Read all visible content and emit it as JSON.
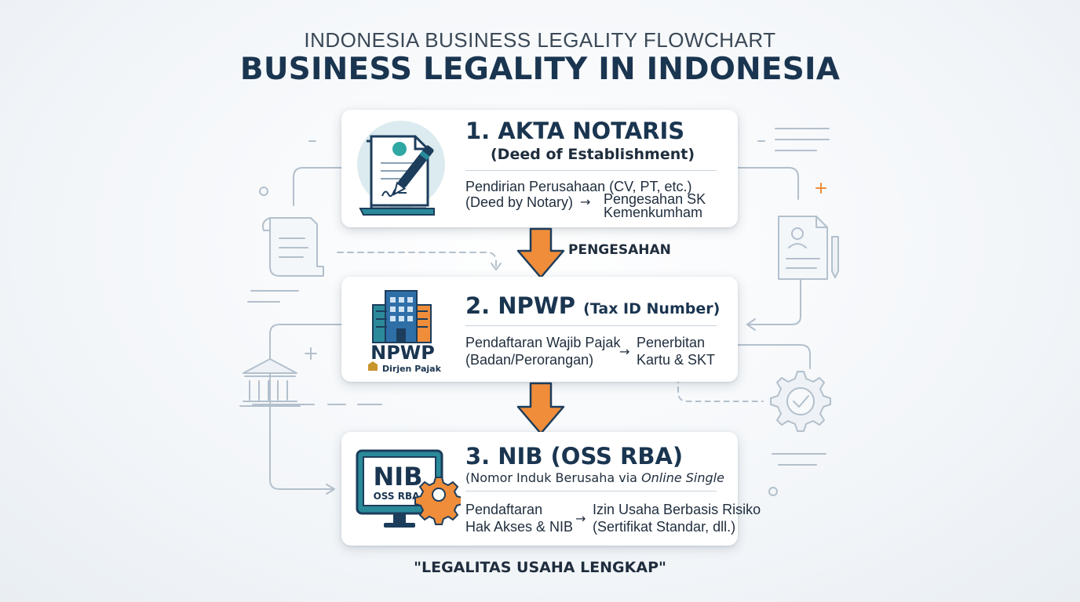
{
  "header": {
    "supertitle": "INDONESIA BUSINESS LEGALITY FLOWCHART",
    "title": "BUSINESS LEGALITY IN INDONESIA"
  },
  "steps": [
    {
      "title": "1. AKTA NOTARIS",
      "subtitle": "(Deed of Establishment)",
      "left_lines": [
        "Pendirian Perusahaan (CV, PT, etc.)",
        "(Deed by Notary)"
      ],
      "right_lines": [
        "Pengesahan SK",
        "Kemenkumham"
      ],
      "icon": "notary-document-pen-icon"
    },
    {
      "title": "2. NPWP",
      "title_suffix": "(Tax ID Number)",
      "left_lines": [
        "Pendaftaran Wajib Pajak",
        "(Badan/Perorangan)"
      ],
      "right_lines": [
        "Penerbitan",
        "Kartu & SKT"
      ],
      "icon": "tax-office-building-icon",
      "icon_text": "NPWP",
      "icon_caption": "Dirjen Pajak"
    },
    {
      "title": "3. NIB (OSS RBA)",
      "subtitle_plain": "(Nomor Induk Berusaha via ",
      "subtitle_italic": "Online Single",
      "left_lines": [
        "Pendaftaran",
        "Hak Akses & NIB"
      ],
      "right_lines": [
        "Izin Usaha Berbasis Risiko",
        "(Sertifikat Standar, dll.)"
      ],
      "icon": "oss-monitor-gear-icon",
      "icon_text": "NIB",
      "icon_caption": "OSS RBA"
    }
  ],
  "connector_label": "PENGESAHAN",
  "arrow_glyph": "→",
  "footer": "\"LEGALITAS USAHA LENGKAP\"",
  "colors": {
    "title": "#1a3550",
    "arrow": "#ef8d3a",
    "teal": "#2a8a9a",
    "navy": "#1d3d5c",
    "deco": "#a9b6c2"
  }
}
